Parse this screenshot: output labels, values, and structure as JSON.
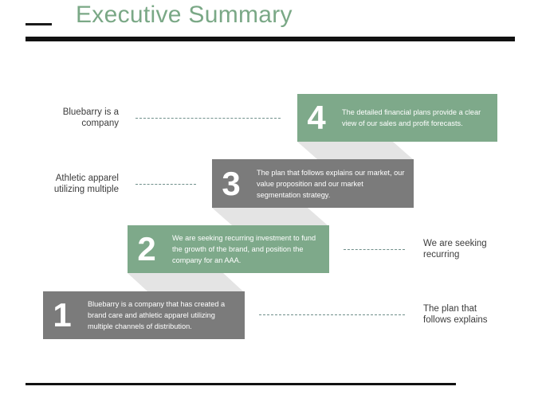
{
  "header": {
    "title": "Executive Summary"
  },
  "steps": [
    {
      "number": "1",
      "text": "Bluebarry is a company that has created a brand care and athletic apparel utilizing multiple channels of distribution.",
      "color": "#7b7b7b"
    },
    {
      "number": "2",
      "text": "We are seeking recurring investment to fund the growth of the brand, and position the company for an AAA.",
      "color": "#7ea98a"
    },
    {
      "number": "3",
      "text": "The plan that follows explains our market, our value proposition and our market segmentation strategy.",
      "color": "#7b7b7b"
    },
    {
      "number": "4",
      "text": "The detailed financial plans provide a clear view of our sales and profit forecasts.",
      "color": "#7ea98a"
    }
  ],
  "labels": {
    "left_top": [
      "Bluebarry is a",
      "company"
    ],
    "left_mid": [
      "Athletic apparel",
      "utilizing multiple"
    ],
    "right_mid": [
      "We are seeking",
      "recurring"
    ],
    "right_bottom": [
      "The plan that",
      "follows explains"
    ]
  },
  "colors": {
    "accent_green": "#7ea98a",
    "gray": "#7b7b7b",
    "title_green": "#7aa886"
  }
}
